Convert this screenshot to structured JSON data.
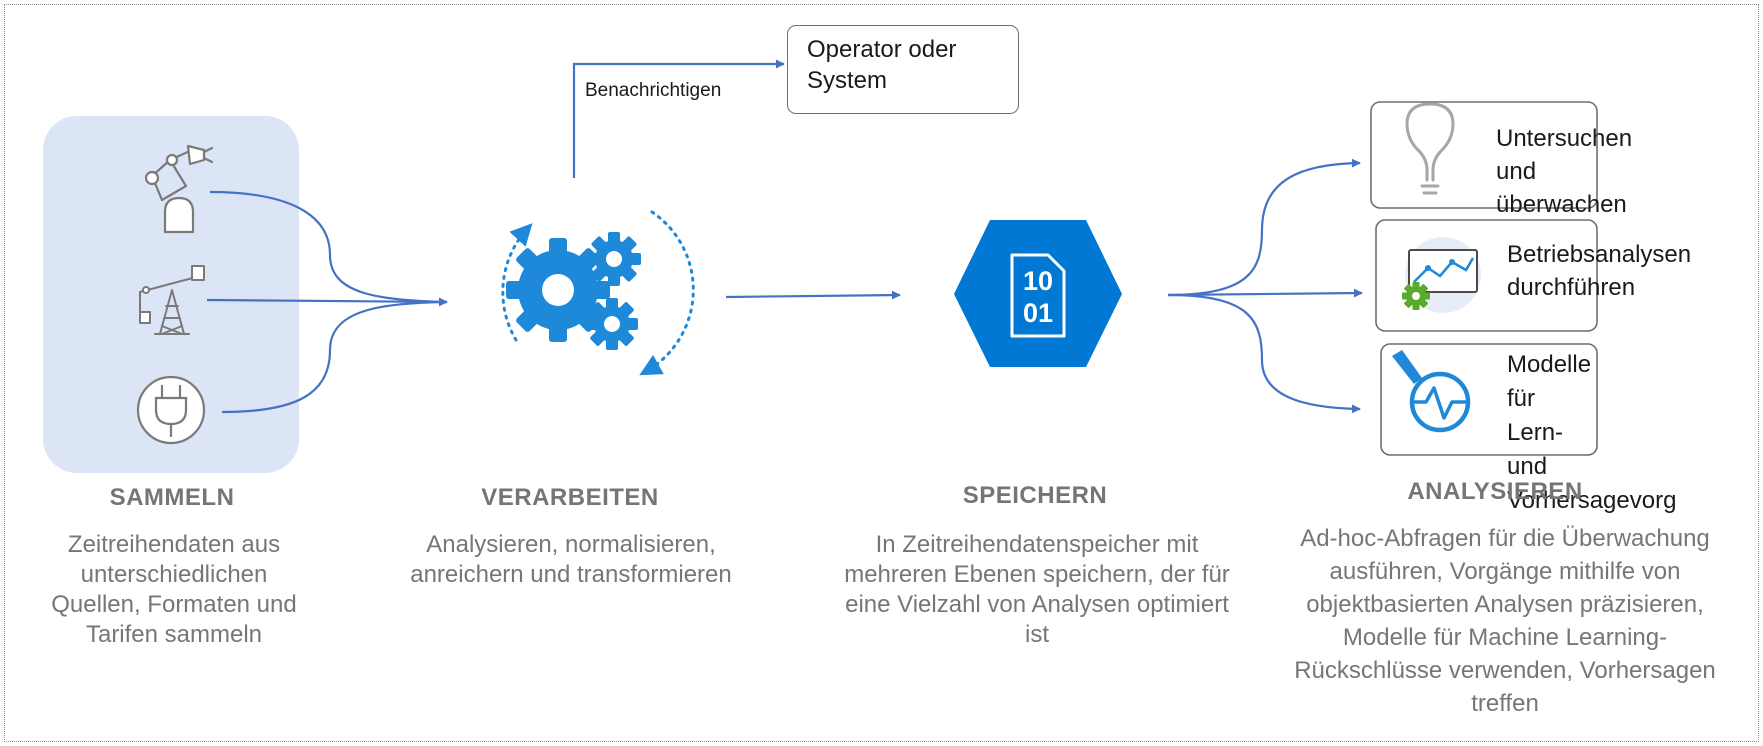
{
  "stages": [
    {
      "heading": "SAMMELN",
      "description": "Zeitreihendaten aus unterschiedlichen Quellen, Formaten und Tarifen sammeln"
    },
    {
      "heading": "VERARBEITEN",
      "description": "Analysieren, normalisieren, anreichern und transformieren"
    },
    {
      "heading": "SPEICHERN",
      "description": "In Zeitreihendatenspeicher mit mehreren Ebenen speichern, der für eine Vielzahl von Analysen optimiert ist"
    },
    {
      "heading": "ANALYSIEREN",
      "description": "Ad-hoc-Abfragen für die Überwachung ausführen, Vorgänge mithilfe von objektbasierten Analysen präzisieren, Modelle für Machine Learning-Rückschlüsse verwenden, Vorhersagen treffen"
    }
  ],
  "notify": {
    "label": "Benachrichtigen",
    "target": "Operator oder System"
  },
  "outputs": [
    {
      "label": "Untersuchen und überwachen",
      "icon": "lightbulb-icon"
    },
    {
      "label": "Betriebsanalysen durchführen",
      "icon": "analytics-dashboard-icon"
    },
    {
      "label": "Modelle für Lern- und Vorhersagevorg",
      "icon": "ml-magnifier-icon"
    }
  ],
  "sources": [
    {
      "icon": "robot-arm-icon"
    },
    {
      "icon": "oil-pump-icon"
    },
    {
      "icon": "power-plug-icon"
    }
  ],
  "colors": {
    "arrow": "#4472c4",
    "accent": "#1e88d9",
    "store": "#0078d4",
    "source_panel": "#dce5f5",
    "heading": "#757575",
    "text": "#767676"
  }
}
